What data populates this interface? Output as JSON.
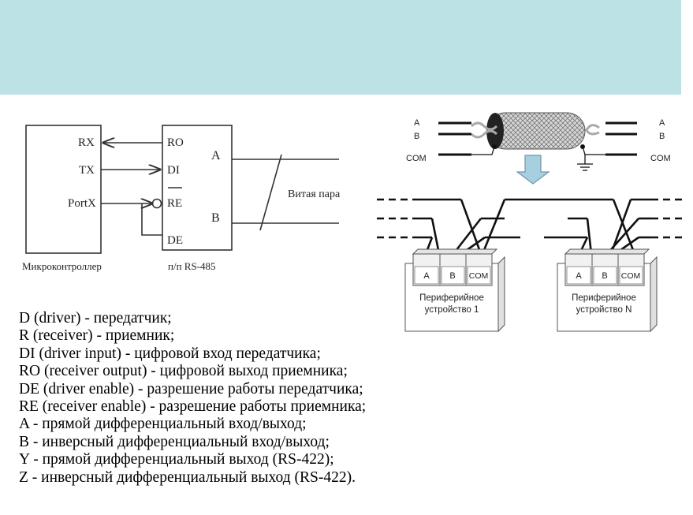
{
  "header": {
    "background": "#bde2e6"
  },
  "mcu_diagram": {
    "mcu_pins": {
      "rx": "RX",
      "tx": "TX",
      "portx": "PortX"
    },
    "transceiver_pins": {
      "ro": "RO",
      "di": "DI",
      "re": "RE",
      "de": "DE"
    },
    "bus_lines": {
      "a": "A",
      "b": "B"
    },
    "twisted_pair_label": "Витая пара",
    "mcu_caption": "Микроконтроллер",
    "transceiver_caption": "п/п RS-485"
  },
  "network_diagram": {
    "cable": {
      "left_a": "A",
      "left_b": "B",
      "left_com": "COM",
      "right_a": "A",
      "right_b": "B",
      "right_com": "COM"
    },
    "device1": {
      "pin_a": "A",
      "pin_b": "B",
      "pin_com": "COM",
      "label_line1": "Периферийное",
      "label_line2": "устройство 1"
    },
    "deviceN": {
      "pin_a": "A",
      "pin_b": "B",
      "pin_com": "COM",
      "label_line1": "Периферийное",
      "label_line2": "устройство N"
    }
  },
  "legend": [
    "D (driver) - передатчик;",
    "R (receiver) - приемник;",
    "DI (driver input) - цифровой вход передатчика;",
    "RO (receiver output) - цифровой выход приемника;",
    "DE (driver enable) - разрешение работы передатчика;",
    "RE (receiver enable) - разрешение работы приемника;",
    "A - прямой дифференциальный вход/выход;",
    "B - инверсный дифференциальный вход/выход;",
    "Y - прямой дифференциальный выход (RS-422);",
    "Z - инверсный дифференциальный выход (RS-422)."
  ]
}
